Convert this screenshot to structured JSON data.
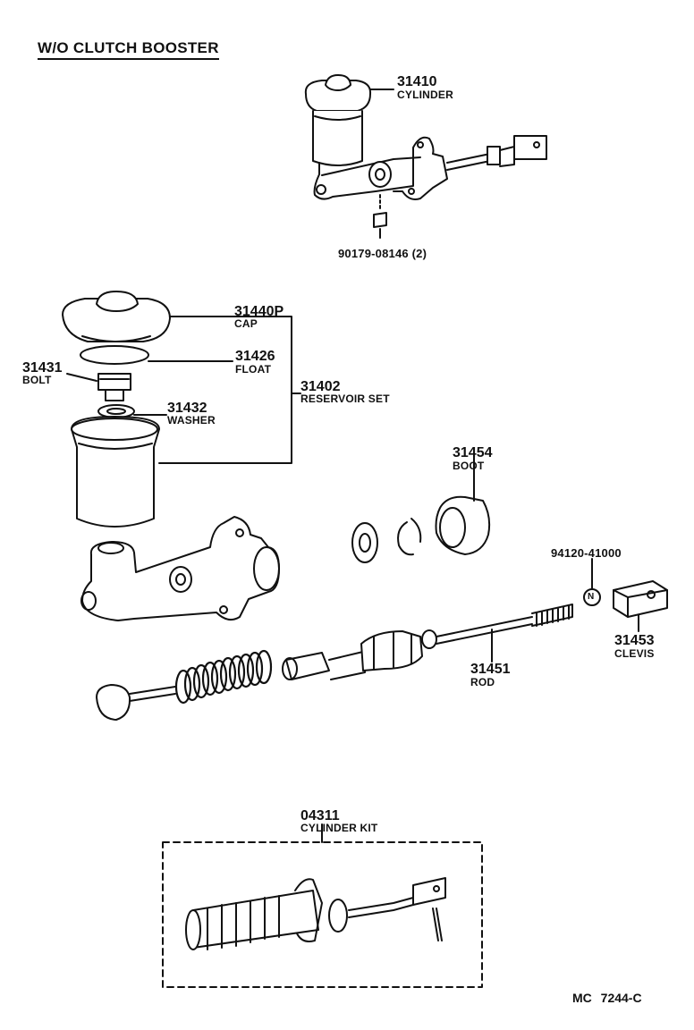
{
  "title": "W/O CLUTCH BOOSTER",
  "diagram_code": "MC  7244-C",
  "parts": {
    "cylinder": {
      "number": "31410",
      "name": "CYLINDER"
    },
    "screw": {
      "number": "90179-08146 (2)"
    },
    "cap": {
      "number": "31440P",
      "name": "CAP"
    },
    "float": {
      "number": "31426",
      "name": "FLOAT"
    },
    "bolt": {
      "number": "31431",
      "name": "BOLT"
    },
    "reservoir_set": {
      "number": "31402",
      "name": "RESERVOIR SET"
    },
    "washer": {
      "number": "31432",
      "name": "WASHER"
    },
    "boot": {
      "number": "31454",
      "name": "BOOT"
    },
    "nut": {
      "number": "94120-41000",
      "symbol": "N"
    },
    "clevis": {
      "number": "31453",
      "name": "CLEVIS"
    },
    "rod": {
      "number": "31451",
      "name": "ROD"
    },
    "cylinder_kit": {
      "number": "04311",
      "name": "CYLINDER KIT"
    }
  },
  "colors": {
    "ink": "#111111",
    "paper": "#ffffff"
  }
}
